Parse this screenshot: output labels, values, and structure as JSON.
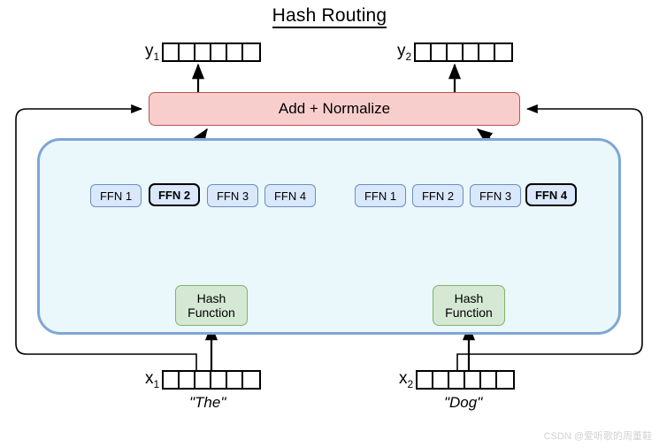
{
  "title": "Hash Routing",
  "outputs": [
    {
      "name": "y1",
      "label": "y",
      "sub": "1",
      "cells": 6
    },
    {
      "name": "y2",
      "label": "y",
      "sub": "2",
      "cells": 6
    }
  ],
  "add_norm": {
    "label": "Add + Normalize"
  },
  "experts": {
    "left": {
      "items": [
        {
          "label": "FFN 1",
          "selected": false
        },
        {
          "label": "FFN 2",
          "selected": true
        },
        {
          "label": "FFN 3",
          "selected": false
        },
        {
          "label": "FFN 4",
          "selected": false
        }
      ]
    },
    "right": {
      "items": [
        {
          "label": "FFN 1",
          "selected": false
        },
        {
          "label": "FFN 2",
          "selected": false
        },
        {
          "label": "FFN 3",
          "selected": false
        },
        {
          "label": "FFN 4",
          "selected": true
        }
      ]
    }
  },
  "hash_functions": [
    {
      "name": "hash-function-left",
      "line1": "Hash",
      "line2": "Function"
    },
    {
      "name": "hash-function-right",
      "line1": "Hash",
      "line2": "Function"
    }
  ],
  "inputs": [
    {
      "name": "x1",
      "label": "x",
      "sub": "1",
      "cells": 6,
      "token": "\"The\""
    },
    {
      "name": "x2",
      "label": "x",
      "sub": "2",
      "cells": 6,
      "token": "\"Dog\""
    }
  ],
  "watermark": "CSDN @爱听歌的周董鞋",
  "colors": {
    "add_norm_fill": "#f8cecc",
    "add_norm_stroke": "#b85450",
    "expert_panel_fill": "#eaf7fb",
    "expert_panel_stroke": "#7ea6d6",
    "ffn_fill": "#dae8fc",
    "ffn_stroke": "#6c8ebf",
    "hash_fill": "#d5e8d4",
    "hash_stroke": "#82b366",
    "arrow": "#000000",
    "skip_path": "#000000",
    "background": "#ffffff"
  }
}
